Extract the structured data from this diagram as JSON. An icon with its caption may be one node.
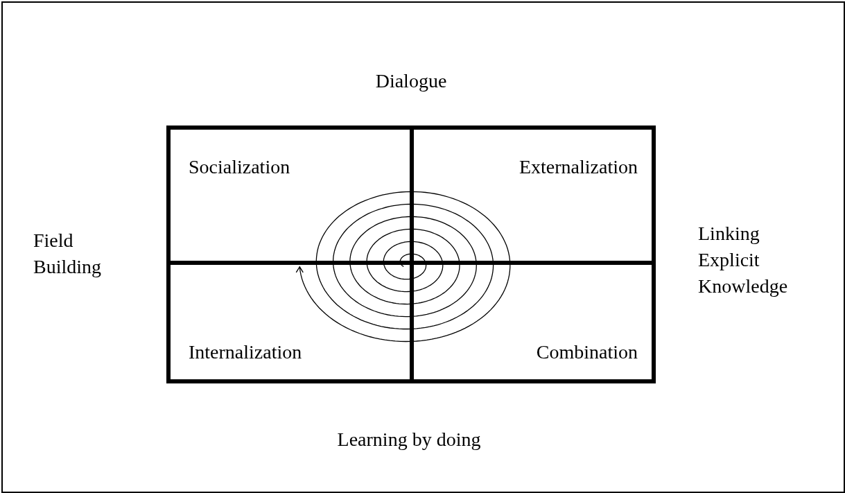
{
  "diagram": {
    "nodes": [
      {
        "text": [
          "Socialization"
        ]
      },
      {
        "text": [
          "Externalization"
        ]
      },
      {
        "text": [
          "Internalization"
        ]
      },
      {
        "text": [
          "Combination"
        ]
      }
    ],
    "edges": [],
    "labels": [
      "Dialogue",
      "Field Building",
      "Linking Explicit Knowledge",
      "Learning by doing"
    ]
  }
}
